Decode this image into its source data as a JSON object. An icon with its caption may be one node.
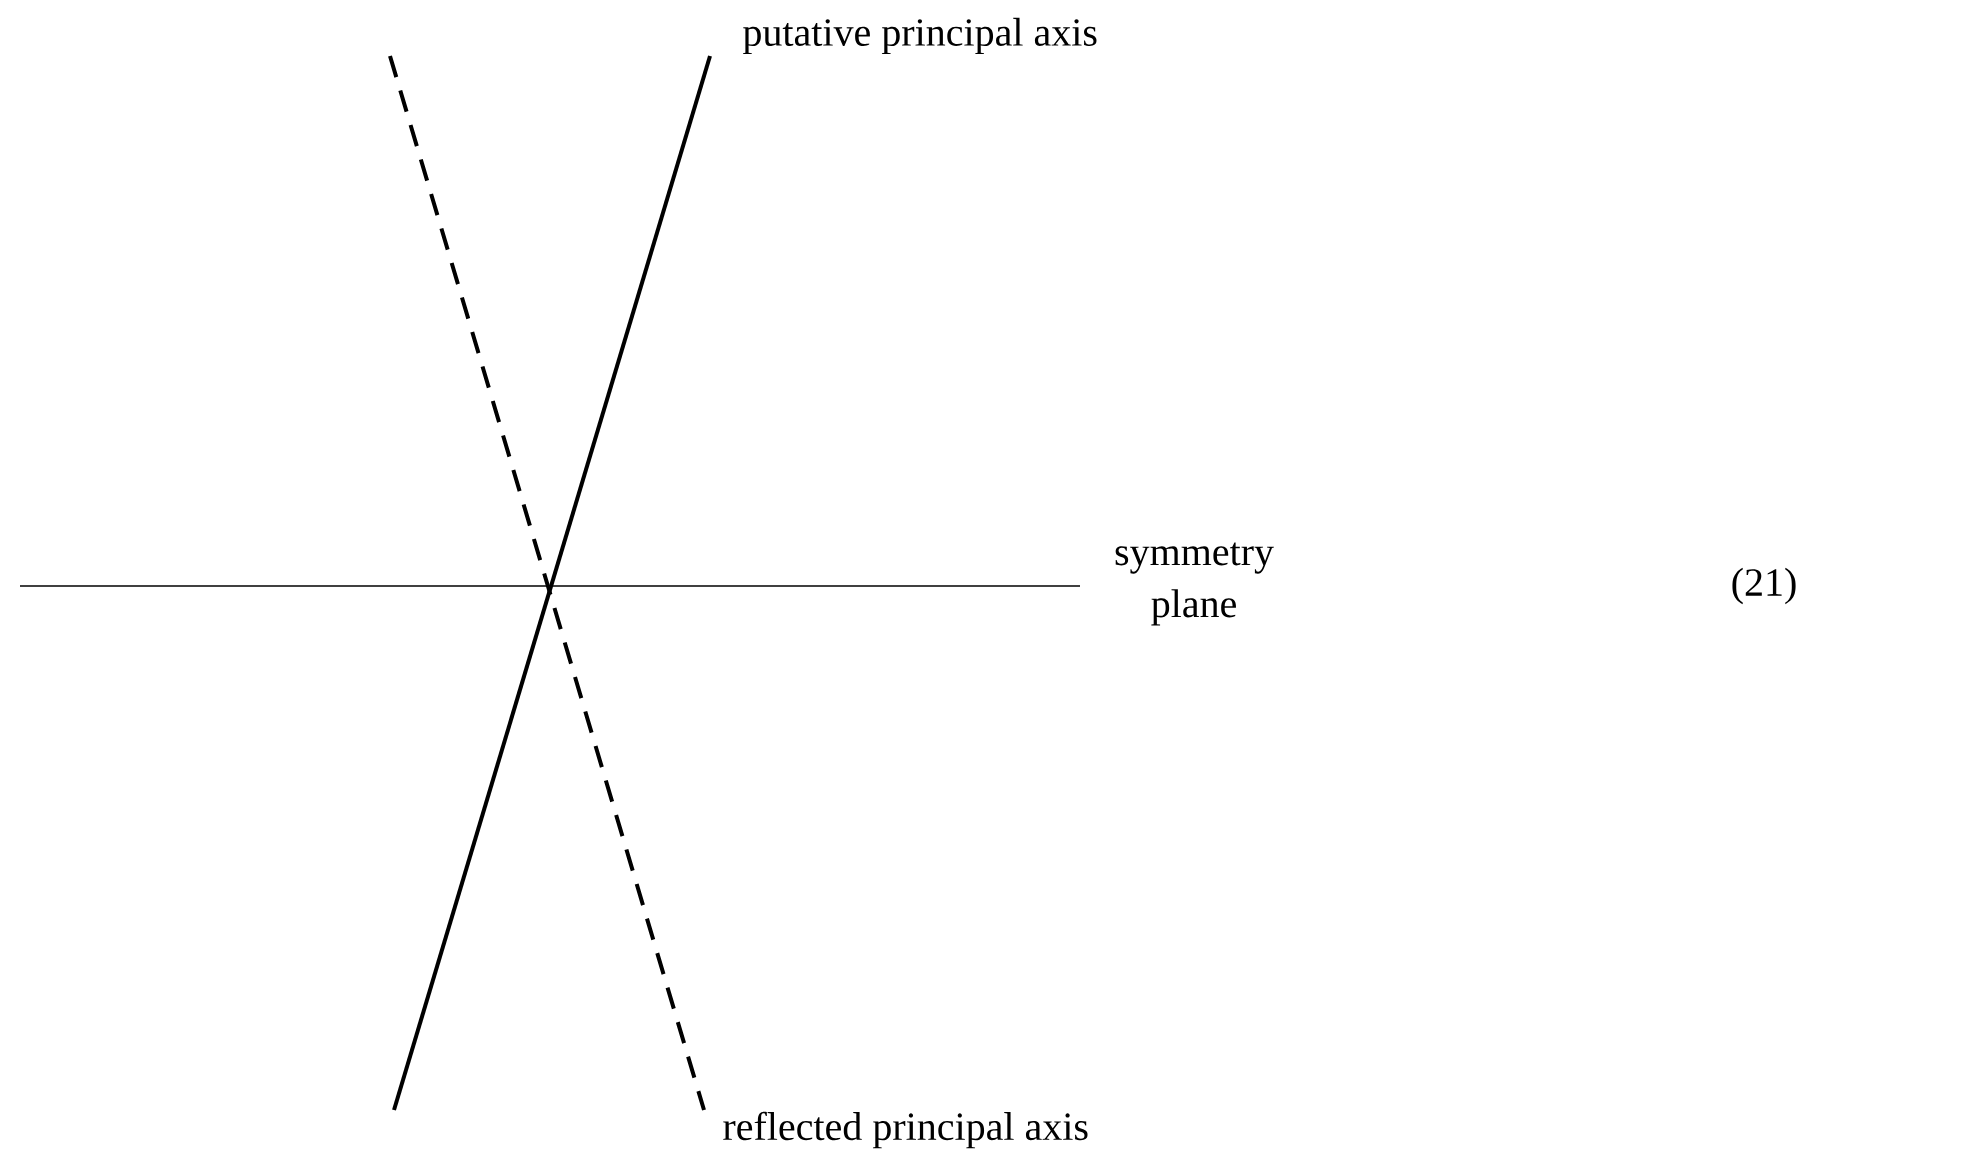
{
  "diagram": {
    "labels": [
      "putative principal axis",
      "symmetry plane",
      "(21)",
      "reflected principal axis"
    ]
  }
}
